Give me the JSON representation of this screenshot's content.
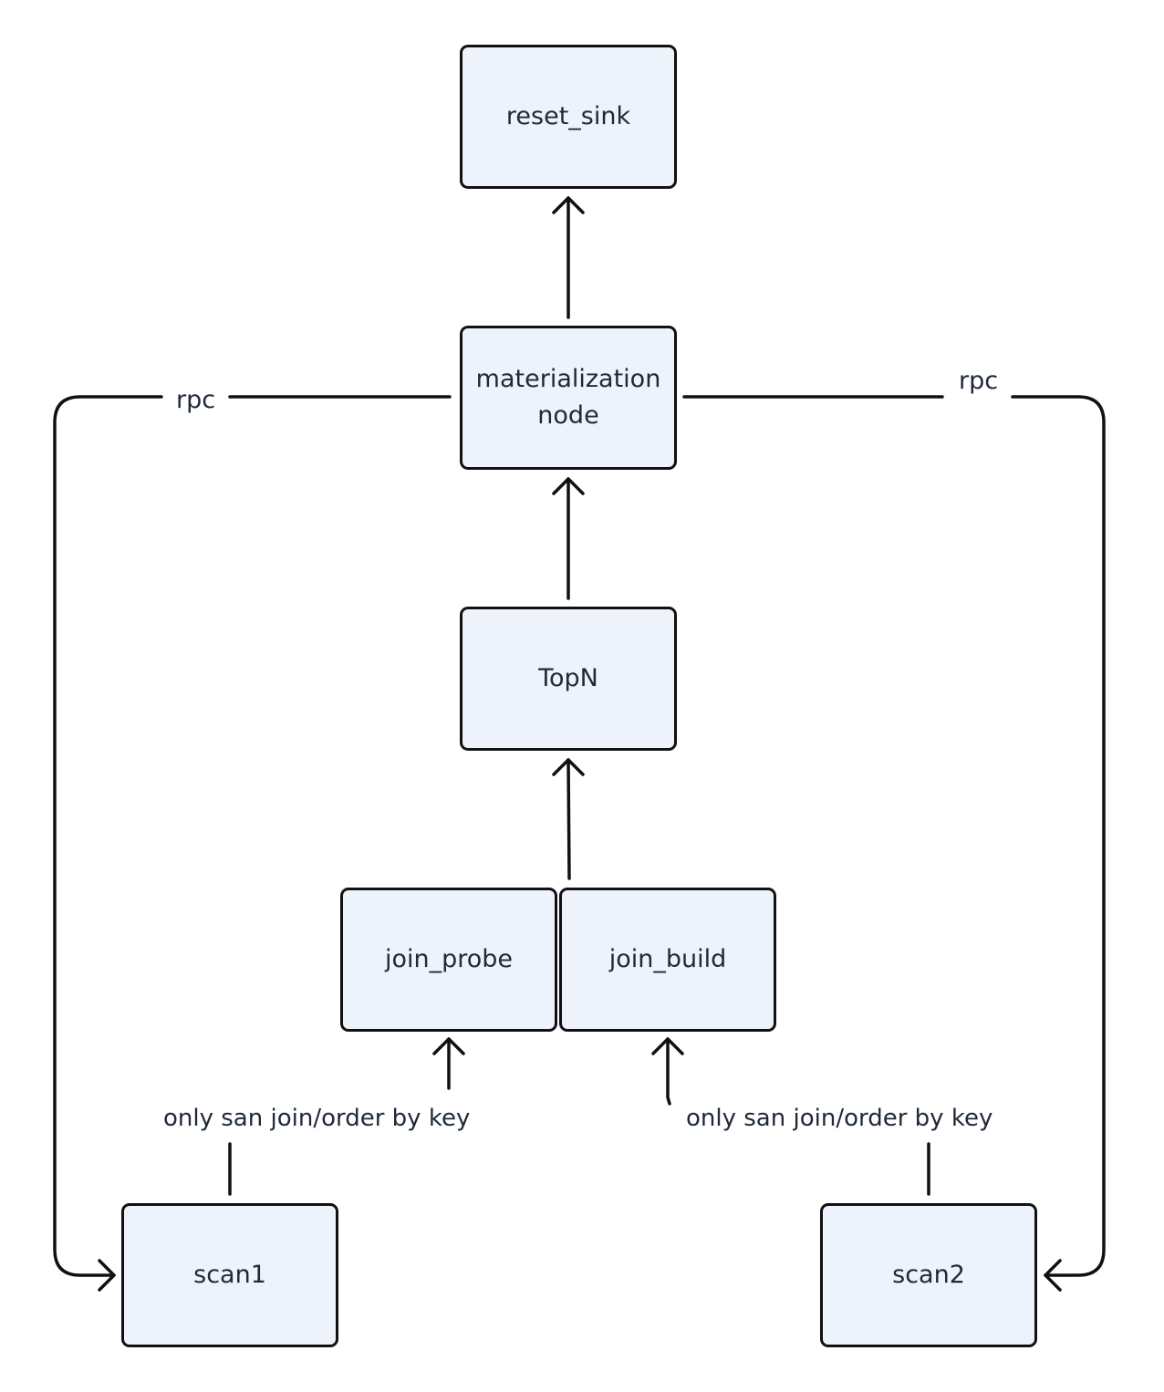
{
  "nodes": {
    "reset_sink": "reset_sink",
    "materialization_line1": "materialization",
    "materialization_line2": "node",
    "topn": "TopN",
    "join_probe": "join_probe",
    "join_build": "join_build",
    "scan1": "scan1",
    "scan2": "scan2"
  },
  "edge_labels": {
    "rpc_left": "rpc",
    "rpc_right": "rpc",
    "scan1_filter": "only san join/order by key",
    "scan2_filter": "only san join/order by key"
  },
  "colors": {
    "node_fill": "#eef3fb",
    "stroke": "#111111",
    "text": "#1f2937"
  }
}
